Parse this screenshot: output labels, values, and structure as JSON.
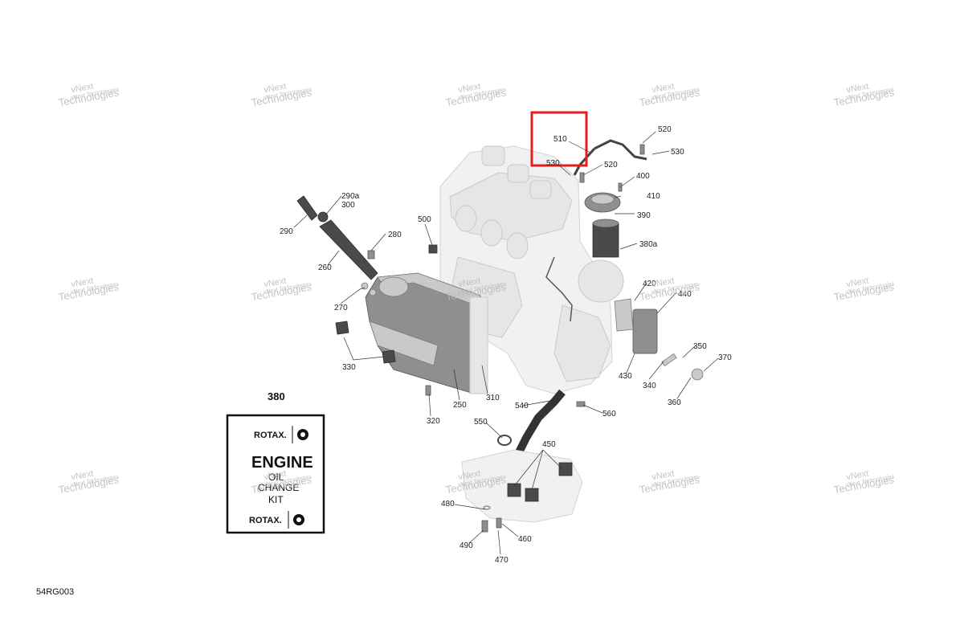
{
  "watermark_text": [
    "vNext",
    "Technologies",
    "vNext Technologies"
  ],
  "highlight_color": "#e02020",
  "diagram_code": "54RG003",
  "kit": {
    "ref": "380",
    "brand": "ROTAX.",
    "line1": "ENGINE",
    "line2": "OIL",
    "line3": "CHANGE",
    "line4": "KIT"
  },
  "callouts": {
    "c510": "510",
    "c520a": "520",
    "c530a": "530",
    "c530b": "530",
    "c520b": "520",
    "c400": "400",
    "c410": "410",
    "c390": "390",
    "c380a": "380a",
    "c290a": "290a",
    "c300": "300",
    "c290": "290",
    "c280": "280",
    "c500": "500",
    "c260": "260",
    "c270": "270",
    "c420": "420",
    "c440": "440",
    "c350": "350",
    "c370": "370",
    "c430": "430",
    "c340": "340",
    "c360": "360",
    "c330": "330",
    "c250": "250",
    "c310": "310",
    "c320": "320",
    "c540": "540",
    "c560": "560",
    "c550": "550",
    "c450": "450",
    "c480": "480",
    "c460": "460",
    "c490": "490",
    "c470": "470"
  }
}
